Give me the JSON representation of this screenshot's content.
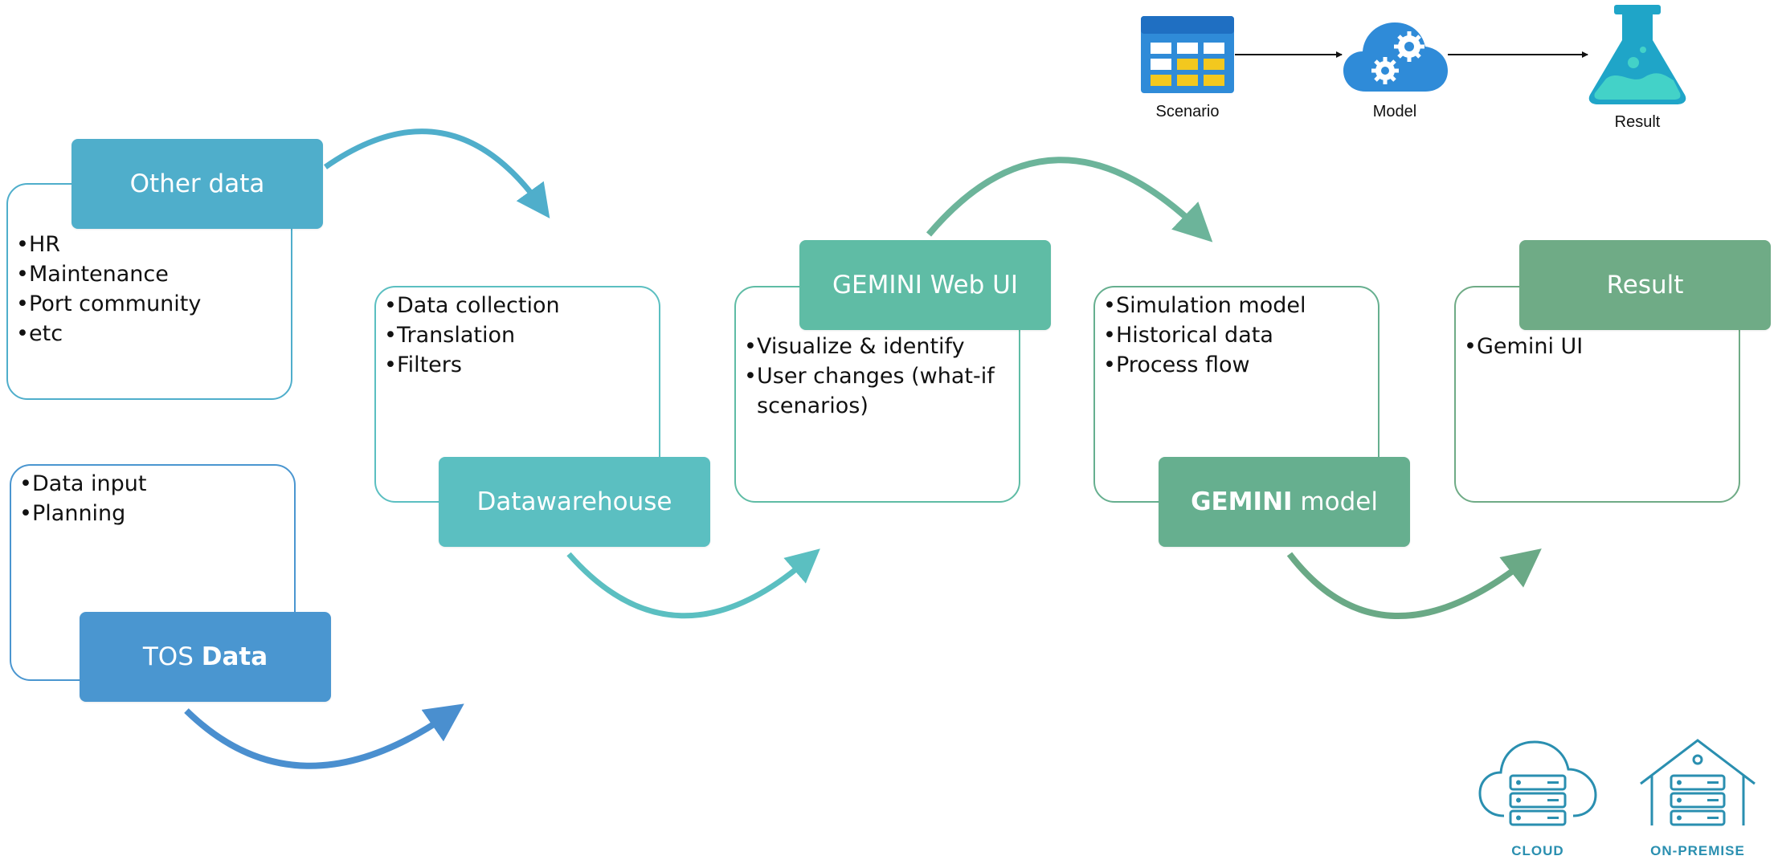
{
  "legend": {
    "scenario_label": "Scenario",
    "model_label": "Model",
    "result_label": "Result",
    "icons": [
      "table-icon",
      "cloud-gears-icon",
      "flask-icon"
    ]
  },
  "stages": {
    "other_data": {
      "title": "Other data",
      "bullets": [
        "HR",
        "Maintenance",
        "Port community",
        "etc"
      ]
    },
    "tos_data": {
      "title_part1": "TOS",
      "title_part2": "Data",
      "bullets": [
        "Data input",
        "Planning"
      ]
    },
    "datawarehouse": {
      "title": "Datawarehouse",
      "bullets": [
        "Data collection",
        "Translation",
        "Filters"
      ]
    },
    "gemini_web_ui": {
      "title": "GEMINI Web UI",
      "bullets": [
        "Visualize & identify",
        "User changes (what-if scenarios)"
      ]
    },
    "gemini_model": {
      "title_part1": "GEMINI",
      "title_part2": "model",
      "bullets": [
        "Simulation model",
        "Historical data",
        "Process flow"
      ]
    },
    "result": {
      "title": "Result",
      "bullets": [
        "Gemini UI"
      ]
    }
  },
  "deployment": {
    "cloud_label": "CLOUD",
    "on_premise_label": "ON-PREMISE"
  },
  "colors": {
    "other_data": "#4faecb",
    "tos_data": "#4a96d0",
    "datawarehouse": "#5bbfc1",
    "gemini_web_ui": "#5fbca5",
    "gemini_model": "#66af8f",
    "result": "#6fab86",
    "deploy_icon": "#2a8fb0"
  }
}
